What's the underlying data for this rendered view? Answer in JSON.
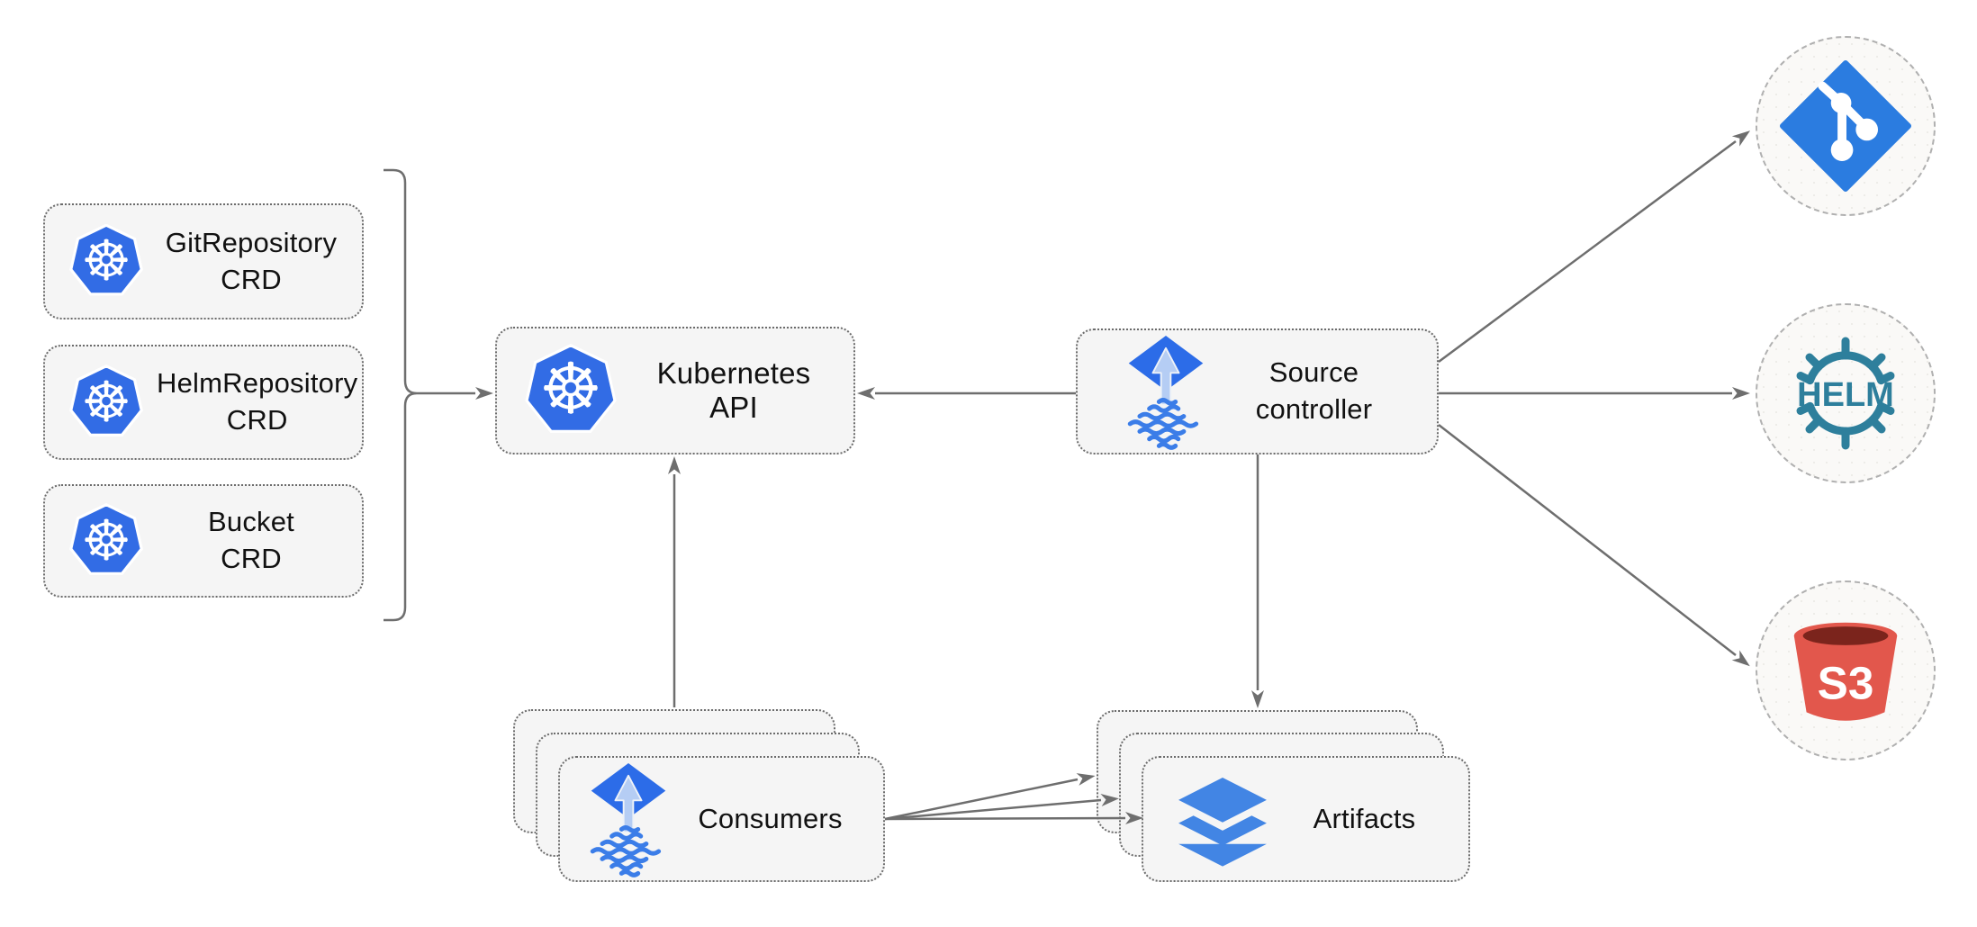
{
  "diagram": {
    "crd_boxes": [
      {
        "label": "GitRepository\nCRD",
        "icon": "kubernetes-icon"
      },
      {
        "label": "HelmRepository\nCRD",
        "icon": "kubernetes-icon"
      },
      {
        "label": "Bucket\nCRD",
        "icon": "kubernetes-icon"
      }
    ],
    "kubernetes_api": {
      "label": "Kubernetes API",
      "icon": "kubernetes-icon"
    },
    "source_controller": {
      "label": "Source\ncontroller",
      "icon": "flux-icon"
    },
    "consumers": {
      "label": "Consumers",
      "icon": "flux-icon",
      "stack_count": 3
    },
    "artifacts": {
      "label": "Artifacts",
      "icon": "layers-icon",
      "stack_count": 3
    },
    "external_sources": [
      {
        "name": "git",
        "icon": "git-icon",
        "label": ""
      },
      {
        "name": "helm",
        "icon": "helm-icon",
        "label": "HELM"
      },
      {
        "name": "s3",
        "icon": "s3-bucket-icon",
        "label": "S3"
      }
    ],
    "wheel_glyph": "☸",
    "colors": {
      "kubernetes_blue": "#326ce5",
      "flux_blue": "#2c6ce8",
      "flux_arrow_light": "#b5cdf4",
      "git_blue": "#2b7ce0",
      "helm_teal": "#2e7f9c",
      "s3_red": "#e2574c",
      "s3_dark_opening": "#7b241c",
      "layers_blue": "#4285e4",
      "box_fill": "#f5f5f5",
      "box_border": "#6b6b6b",
      "arrow_gray": "#6e6e6e",
      "circle_fill": "#faf9f7",
      "circle_border": "#b0b0b0"
    }
  }
}
